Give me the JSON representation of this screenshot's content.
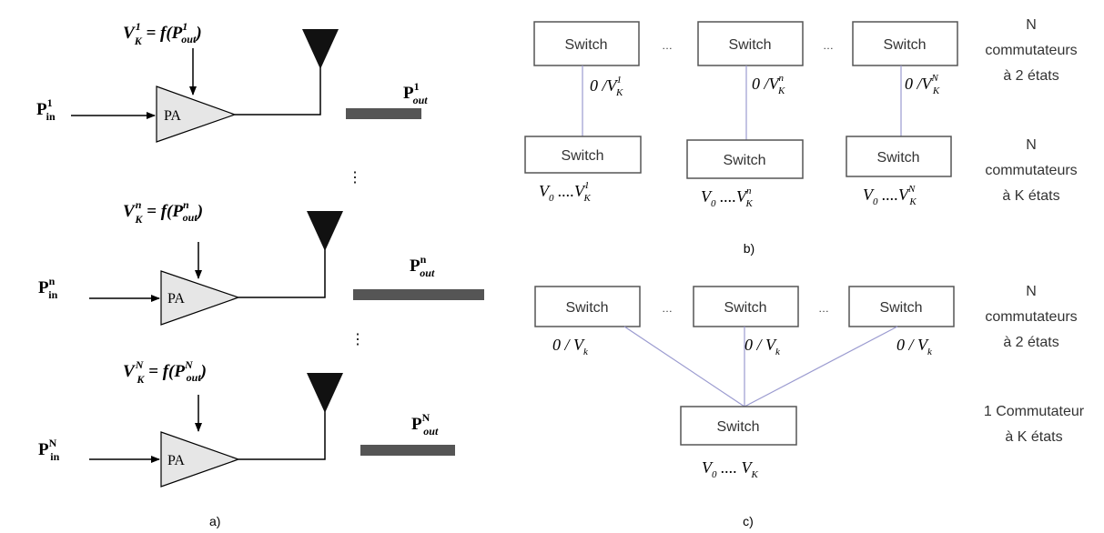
{
  "panel_a": {
    "label": "a)",
    "amp_label": "PA",
    "stages": [
      {
        "eq_v": "V",
        "eq_v_sub": "K",
        "eq_v_sup": "1",
        "eq_mid": " = f(P",
        "eq_p_sub": "out",
        "eq_p_sup": "1",
        "eq_close": ")",
        "in_main": "P",
        "in_sup": "1",
        "in_sub": "in",
        "out_main": "P",
        "out_sup": "1",
        "out_sub": "out"
      },
      {
        "eq_v": "V",
        "eq_v_sub": "K",
        "eq_v_sup": "n",
        "eq_mid": " = f(P",
        "eq_p_sub": "out",
        "eq_p_sup": "n",
        "eq_close": ")",
        "in_main": "P",
        "in_sup": "n",
        "in_sub": "in",
        "out_main": "P",
        "out_sup": "n",
        "out_sub": "out"
      },
      {
        "eq_v": "V",
        "eq_v_sub": "K",
        "eq_v_sup": "N",
        "eq_mid": " = f(P",
        "eq_p_sub": "out",
        "eq_p_sup": "N",
        "eq_close": ")",
        "in_main": "P",
        "in_sup": "N",
        "in_sub": "in",
        "out_main": "P",
        "out_sup": "N",
        "out_sub": "out"
      }
    ],
    "ellipsis": "⋮"
  },
  "panel_b": {
    "label": "b)",
    "switch_label": "Switch",
    "ellipsis": "…",
    "top_labels": [
      {
        "main": "0 /V",
        "sub": "K",
        "sup": "1"
      },
      {
        "main": "0 /V",
        "sub": "K",
        "sup": "n"
      },
      {
        "main": "0 /V",
        "sub": "K",
        "sup": "N"
      }
    ],
    "bottom_labels": [
      {
        "v0": "V",
        "v0_sub": "0",
        "dots": "  ....V",
        "sub": "K",
        "sup": "1"
      },
      {
        "v0": "V",
        "v0_sub": "0",
        "dots": "  ....V",
        "sub": "K",
        "sup": "n"
      },
      {
        "v0": "V",
        "v0_sub": "0",
        "dots": "  ....V",
        "sub": "K",
        "sup": "N"
      }
    ],
    "desc_top": [
      "N",
      "commutateurs",
      "à 2 états"
    ],
    "desc_bottom": [
      "N",
      "commutateurs",
      "à K états"
    ]
  },
  "panel_c": {
    "label": "c)",
    "switch_label": "Switch",
    "ellipsis": "…",
    "top_labels": [
      {
        "main": "0 / V",
        "sub": "k"
      },
      {
        "main": "0 / V",
        "sub": "k"
      },
      {
        "main": "0 / V",
        "sub": "k"
      }
    ],
    "bottom_label": {
      "v0": "V",
      "v0_sub": "0",
      "dots": " .... V",
      "sub": "K"
    },
    "desc_top": [
      "N",
      "commutateurs",
      "à 2 états"
    ],
    "desc_bottom": [
      "1 Commutateur",
      "à K états"
    ]
  },
  "colors": {
    "stroke": "#000000",
    "amp_fill": "#e6e6e6",
    "bar_fill": "#555555",
    "switch_border": "#555555",
    "link_line": "#9b9bd0",
    "text": "#333333"
  }
}
